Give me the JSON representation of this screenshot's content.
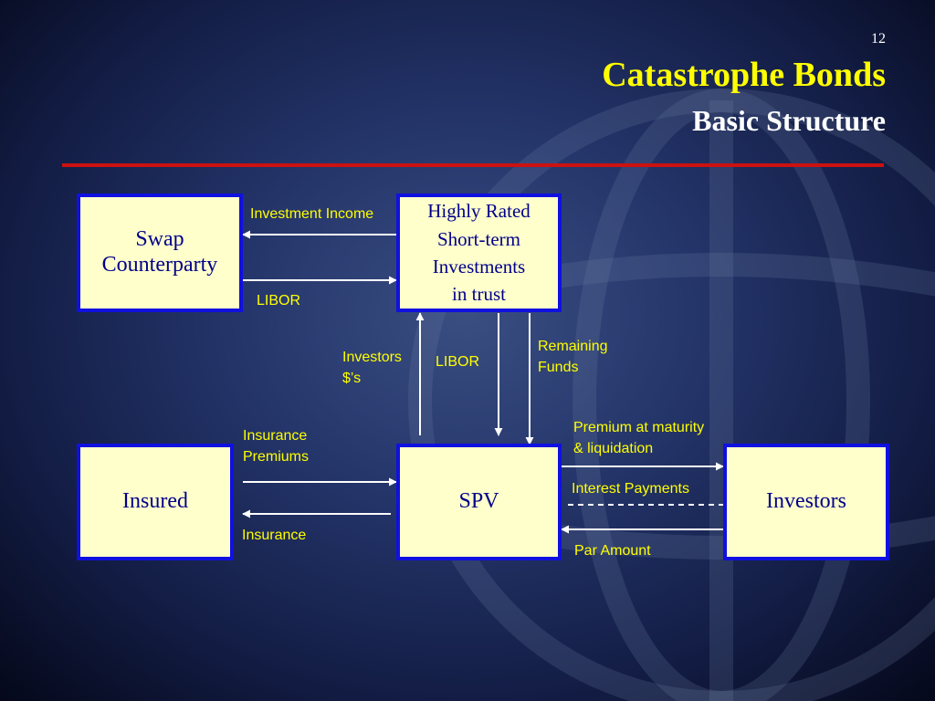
{
  "slide": {
    "number": "12",
    "title": "Catastrophe Bonds",
    "subtitle": "Basic Structure"
  },
  "colors": {
    "title": "#ffff00",
    "label": "#ffff00",
    "box_fill": "#ffffcc",
    "box_border": "#1010e0",
    "box_text": "#00008b",
    "rule": "#cc1111",
    "arrow": "#ffffff"
  },
  "nodes": {
    "swap": {
      "label": "Swap\nCounterparty"
    },
    "trust": {
      "label": "Highly Rated\nShort-term\nInvestments\nin trust"
    },
    "insured": {
      "label": "Insured"
    },
    "spv": {
      "label": "SPV"
    },
    "investors": {
      "label": "Investors"
    }
  },
  "flows": {
    "investment_income": "Investment Income",
    "libor_to_trust": "LIBOR",
    "investors_dollars": "Investors\n$’s",
    "libor_to_spv": "LIBOR",
    "remaining_funds": "Remaining\nFunds",
    "insurance_premiums": "Insurance\nPremiums",
    "insurance": "Insurance",
    "premium_at_maturity": "Premium at maturity\n& liquidation",
    "interest_payments": "Interest Payments",
    "par_amount": "Par Amount"
  }
}
